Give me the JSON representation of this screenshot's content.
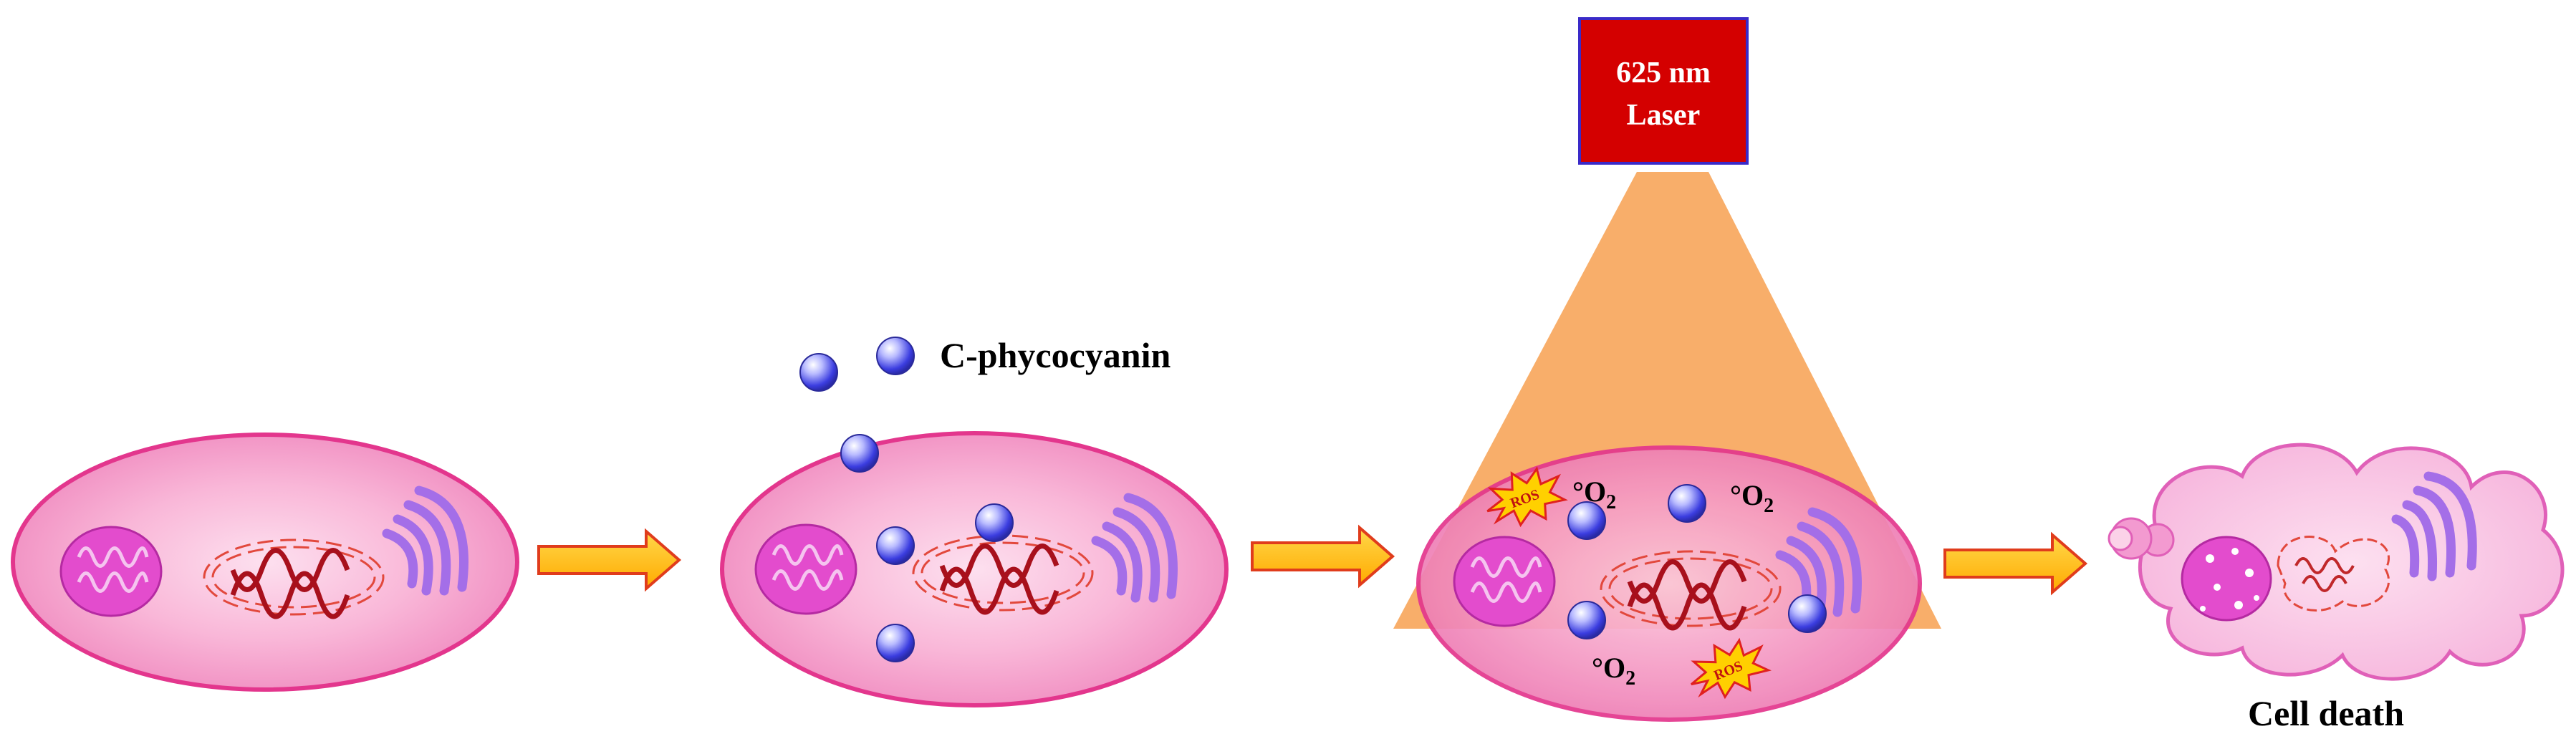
{
  "labels": {
    "phycocyanin": "C-phycocyanin",
    "laser_line1": "625 nm",
    "laser_line2": "Laser",
    "singlet_o2": "O",
    "o2_sub": "2",
    "o2_dot": "°",
    "ros": "ROS",
    "cell_death": "Cell death"
  },
  "colors": {
    "cell_fill": "#f6a9cf",
    "cell_edge": "#e3368d",
    "mito_fill": "#e040c8",
    "dna": "#a8101c",
    "nucleus_edge": "#e2483c",
    "golgi": "#a46ee8",
    "arrow_fill": "#ffc000",
    "arrow_edge": "#e03c1c",
    "laser_box": "#d40000",
    "laser_beam": "#f7a050",
    "particle": "#3f3fe0"
  }
}
